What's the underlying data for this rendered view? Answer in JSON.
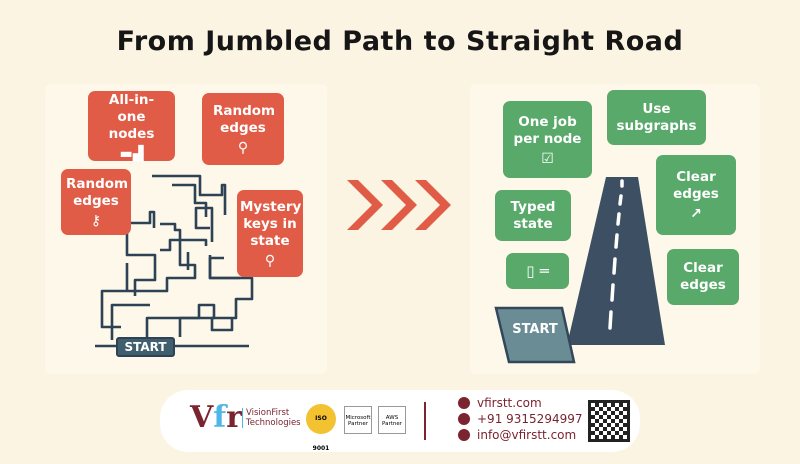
{
  "title": "From Jumbled Path to Straight Road",
  "left": {
    "boxes": [
      "All-in-one nodes",
      "Random edges",
      "Random edges",
      "Mystery keys in state"
    ],
    "start": "START"
  },
  "right": {
    "boxes": [
      "One job per node",
      "Use subgraphs",
      "Clear edges",
      "Typed state",
      "Clear edges"
    ],
    "start": "START"
  },
  "footer": {
    "company_line1": "VisionFirst",
    "company_line2": "Technologies",
    "badges": [
      "ISO 9001",
      "Microsoft Partner",
      "AWS Partner"
    ],
    "website": "vfirstt.com",
    "phone": "+91 9315294997",
    "email": "info@vfirstt.com"
  },
  "colors": {
    "red": "#e05c47",
    "green": "#58a96a",
    "road": "#3d4f62"
  }
}
